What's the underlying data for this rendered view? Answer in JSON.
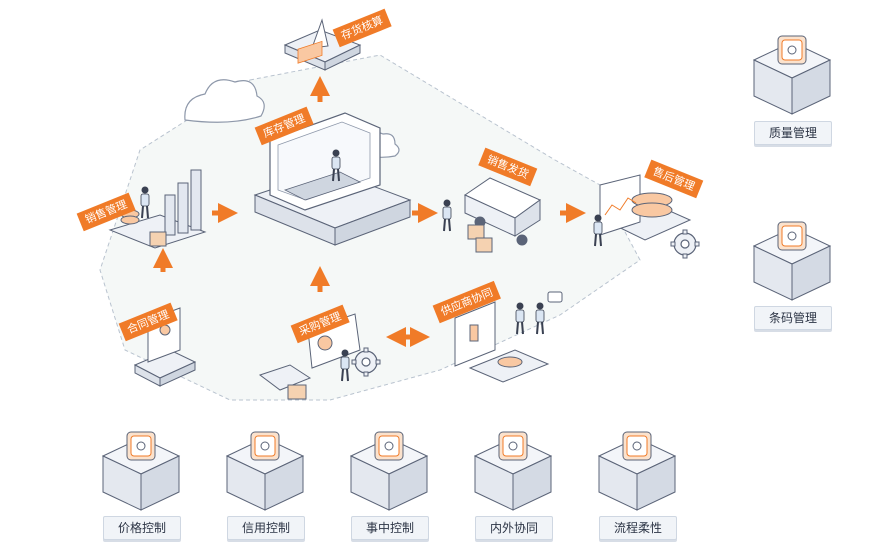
{
  "modules": {
    "inventory_settlement": "存货核算",
    "inventory": "库存管理",
    "sales": "销售管理",
    "sales_shipping": "销售发货",
    "after_sales": "售后管理",
    "contract": "合同管理",
    "purchasing": "采购管理",
    "supplier": "供应商协同"
  },
  "features": {
    "quality": "质量管理",
    "barcode": "条码管理",
    "price": "价格控制",
    "credit": "信用控制",
    "in_process": "事中控制",
    "collaboration": "内外协同",
    "workflow": "流程柔性"
  },
  "colors": {
    "accent": "#f07b28",
    "line": "#5b6478",
    "platform": "#eef1f6",
    "dash": "#b9c3cf",
    "mint": "#f5f8f7"
  }
}
